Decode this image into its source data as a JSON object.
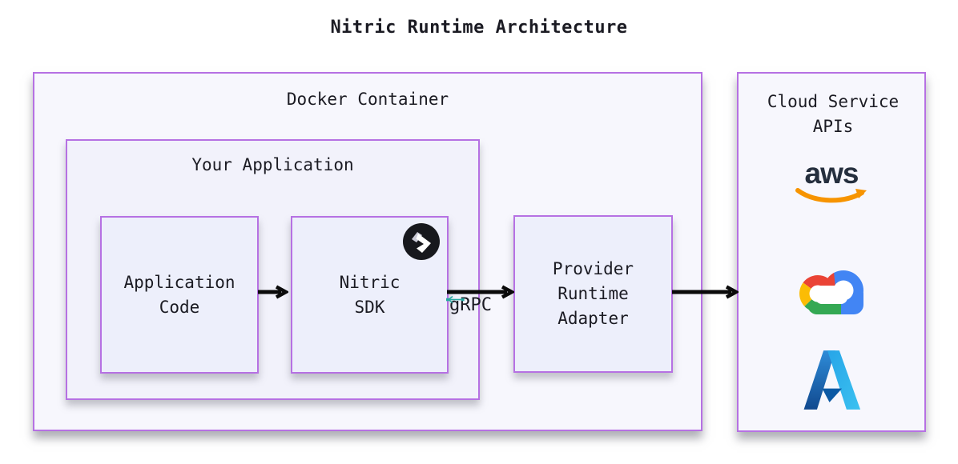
{
  "title": "Nitric Runtime Architecture",
  "docker_container": {
    "label": "Docker Container"
  },
  "your_application": {
    "label": "Your Application"
  },
  "application_code": {
    "label": "Application Code"
  },
  "nitric_sdk": {
    "label": "Nitric SDK",
    "icon": "nitric-logo-icon"
  },
  "provider_adapter": {
    "label": "Provider Runtime Adapter"
  },
  "grpc": {
    "label": "gRPC",
    "icon": "grpc-arrow-icon"
  },
  "cloud": {
    "label": "Cloud Service APIs",
    "aws_text": "aws",
    "providers": [
      "AWS",
      "Google Cloud",
      "Azure"
    ]
  },
  "colors": {
    "box_border": "#b671e3",
    "outer_box_bg": "#f7f7fd",
    "mid_box_bg": "#f2f2fb",
    "inner_box_bg": "#edeffb",
    "text": "#1b1b23",
    "arrow": "#0a0a0a",
    "grpc_teal": "#27a9a2",
    "aws_navy": "#252f3e",
    "aws_orange": "#f79400",
    "gcp_blue": "#4285f4",
    "gcp_red": "#ea4335",
    "gcp_yellow": "#fbbc05",
    "gcp_green": "#34a853",
    "azure_dark_blue": "#11498f",
    "azure_light_blue": "#41b3e8",
    "nitric_black": "#17181d"
  }
}
